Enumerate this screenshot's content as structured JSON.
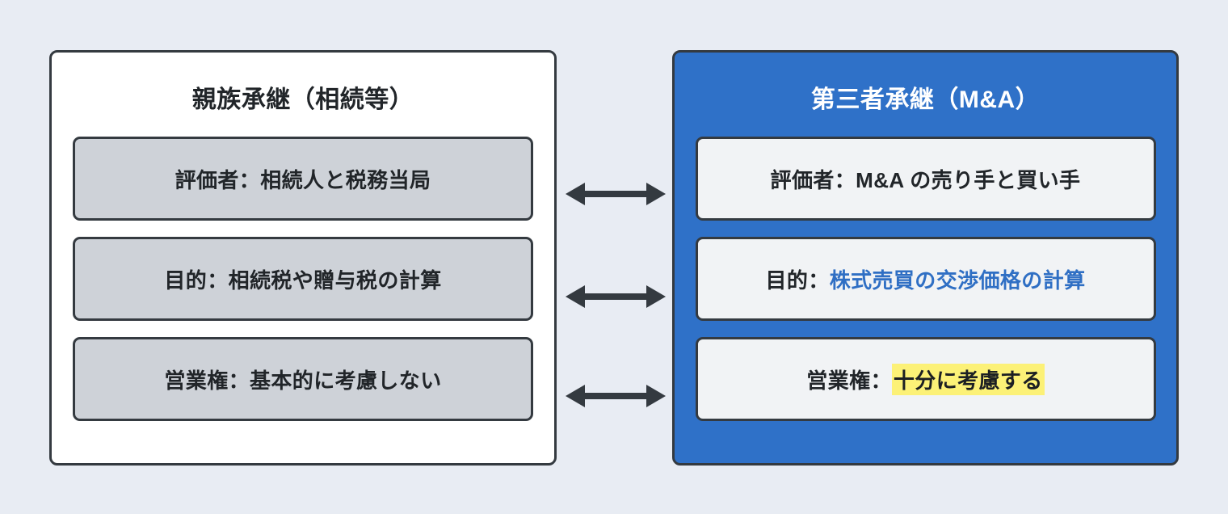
{
  "background_color": "#e8ecf3",
  "diagram": {
    "title_hidden": "",
    "panels": [
      {
        "id": "family-succession",
        "title": "親族承継（相続等）",
        "style": "light",
        "background_color": "#ffffff",
        "title_color": "#212529",
        "box_fill": "#ced2d8",
        "rows": [
          {
            "label_prefix": "評価者：",
            "value": "相続人と税務当局",
            "emphasis": "none"
          },
          {
            "label_prefix": "目的：",
            "value": "相続税や贈与税の計算",
            "emphasis": "none"
          },
          {
            "label_prefix": "営業権：",
            "value": "基本的に考慮しない",
            "emphasis": "none"
          }
        ]
      },
      {
        "id": "third-party-succession",
        "title": "第三者承継（M&A）",
        "style": "blue",
        "background_color": "#2f71c8",
        "title_color": "#ffffff",
        "box_fill": "#f1f3f5",
        "rows": [
          {
            "label_prefix": "評価者：",
            "value": "M&A の売り手と買い手",
            "emphasis": "none"
          },
          {
            "label_prefix": "目的：",
            "value": "株式売買の交渉価格の計算",
            "emphasis": "blue",
            "emphasis_color": "#2f6fc4"
          },
          {
            "label_prefix": "営業権：",
            "value": "十分に考慮する",
            "emphasis": "highlight",
            "highlight_color": "#fcf177"
          }
        ]
      }
    ],
    "connectors": [
      {
        "id": "connector-1",
        "type": "double-arrow",
        "icon": "double-arrow-icon"
      },
      {
        "id": "connector-2",
        "type": "double-arrow",
        "icon": "double-arrow-icon"
      },
      {
        "id": "connector-3",
        "type": "double-arrow",
        "icon": "double-arrow-icon"
      }
    ],
    "arrow_color": "#343a40",
    "border_color": "#343a40"
  }
}
